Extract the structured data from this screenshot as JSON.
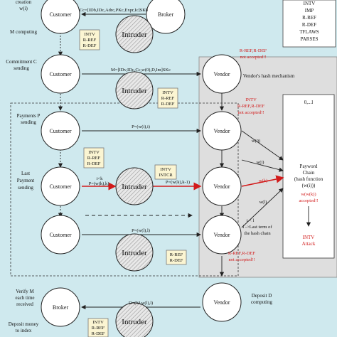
{
  "labels": {
    "creation": "creation",
    "wi": "w(i)",
    "m_computing": "M computing",
    "commitment": "Commitment C",
    "sending": "sending",
    "payments": "Payments P",
    "last": "Last",
    "payment": "Payment",
    "verify_m": "Verify M",
    "each_time": "each time",
    "received": "received",
    "deposit_money": "Deposit money",
    "to_index": "to index",
    "deposit_d": "Deposit D",
    "computing": "computing"
  },
  "nodes": {
    "customer": "Customer",
    "broker": "Broker",
    "intruder": "Intruder",
    "vendor": "Vendor"
  },
  "messages": {
    "cc": "Cc=[IDb,IDc,Adrc,PKc,Expr,Ic]SKb",
    "m": "M=[IDv,IDc,Cc,w(0),D,Im]SKc",
    "p1": "P=(w(i),i)",
    "p_k": "P=(w(k),k)",
    "p_k1": "P=(w(k),k-1)",
    "p_l": "P=(w(l),l)",
    "d": "D=(M,w(l),l)",
    "i_lt_k": "i<k",
    "w0": "w(0)",
    "wi": "w(i)",
    "wik": "w(k)",
    "wl": "w(l)",
    "i_lt_l": "i < l",
    "l_last": "l ->Last term of",
    "hash_chain": "the hash chain"
  },
  "attack_boxes": {
    "b1": [
      "INTV",
      "R-REF",
      "R-DEF"
    ],
    "b2": [
      "INTV",
      "R-REF",
      "R-DEF"
    ],
    "b3": [
      "INTV",
      "R-REF",
      "R-DEF"
    ],
    "b4": [
      "INTV",
      "INTCR"
    ],
    "b5": [
      "R-REF",
      "R-DEF"
    ],
    "b6": [
      "INTV",
      "R-REF",
      "R-DEF"
    ]
  },
  "legend": [
    "INTV",
    "IMP",
    "R-REF",
    "R-DEF",
    "TFLAWS",
    "PARSES"
  ],
  "notes": {
    "rref_rdef_1": "R-REF,R-DEF",
    "not_accepted_1": "not accepted!!",
    "hash_mechanism": "Vendor's hash mechanism",
    "intv_2": "INTV",
    "rref_rdef_2": "R-REF,R-DEF",
    "not_accepted_2": "not accepted!!",
    "rref_rdef_3": "R-REF,R-DEF",
    "not_accepted_3": "not accepted!!"
  },
  "panel": {
    "range": "0,...l",
    "chain1": "Payword",
    "chain2": "Chain",
    "chain3": "(hash function",
    "chain4": "(w(i)))",
    "wk_accepted1": "w(w(k))",
    "wk_accepted2": "accepted!!",
    "intv": "INTV",
    "attack": "Attack"
  },
  "colors": {
    "background": "#cfe9ee",
    "node": "#ffffff",
    "attack_box": "#fbf5d2",
    "red": "#d21a1a",
    "panel": "#dedede"
  }
}
